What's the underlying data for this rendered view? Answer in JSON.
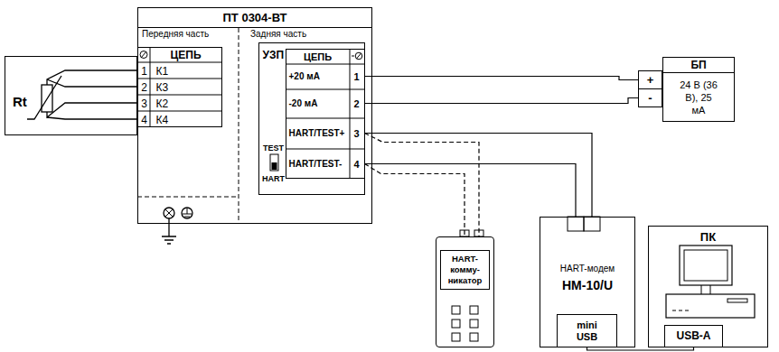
{
  "diagram": {
    "nodes": [
      {
        "text": [
          "ПТ 0304-ВТ"
        ]
      },
      {
        "text": [
          "ЦЕПЬ",
          "1",
          "К1",
          "2",
          "К3",
          "3",
          "К2",
          "4",
          "К4"
        ],
        "in": 0
      },
      {
        "text": [
          "УЗП",
          "TEST",
          "HART"
        ],
        "in": 0
      },
      {
        "text": [
          "ЦЕПЬ",
          "+20 мА",
          "1",
          "-20 мА",
          "2",
          "HART/TEST+",
          "3",
          "HART/TEST-",
          "4"
        ],
        "in": 2
      },
      {
        "text": [
          "Rt"
        ]
      },
      {
        "text": [
          "БП",
          "+",
          "-",
          "24 В (36 В), 25 мА"
        ]
      },
      {
        "text": [
          "HART- комму- никатор"
        ]
      },
      {
        "text": [
          "HART-модем",
          "HM-10/U"
        ]
      },
      {
        "text": [
          "mini USB"
        ],
        "in": 7
      },
      {
        "text": [
          "ПК"
        ]
      },
      {
        "text": [
          "USB-A"
        ],
        "in": 9
      }
    ],
    "edges": [
      {
        "from": 3,
        "to": 5,
        "arrow": "none"
      },
      {
        "from": 3,
        "to": 5,
        "arrow": "none"
      },
      {
        "from": 3,
        "to": 7,
        "arrow": "none"
      },
      {
        "from": 3,
        "to": 7,
        "arrow": "none"
      },
      {
        "from": 3,
        "to": 6,
        "arrow": "none"
      },
      {
        "from": 3,
        "to": 6,
        "arrow": "none"
      },
      {
        "from": 8,
        "to": 10,
        "arrow": "none"
      }
    ],
    "labels": [
      "Передняя часть",
      "Задняя часть"
    ]
  }
}
